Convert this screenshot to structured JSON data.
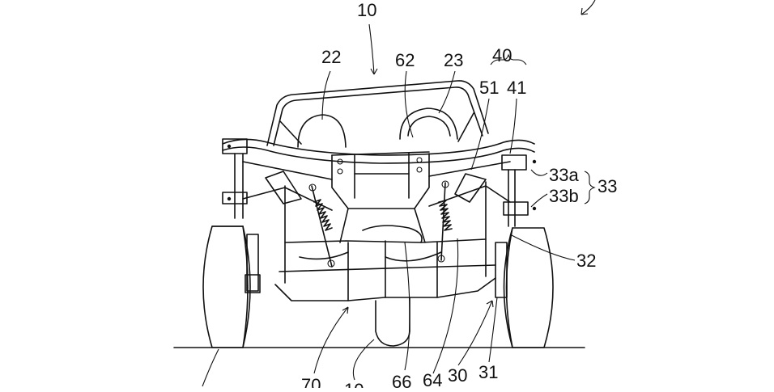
{
  "figure": {
    "labels": {
      "l10_top": "10",
      "l22": "22",
      "l62": "62",
      "l23": "23",
      "l40": "40",
      "l51": "51",
      "l41": "41",
      "l33a": "33a",
      "l33b": "33b",
      "l33": "33",
      "l32": "32",
      "l70": "70",
      "l10_bottom": "10",
      "l66": "66",
      "l64": "64",
      "l30": "30",
      "l31": "31"
    }
  }
}
